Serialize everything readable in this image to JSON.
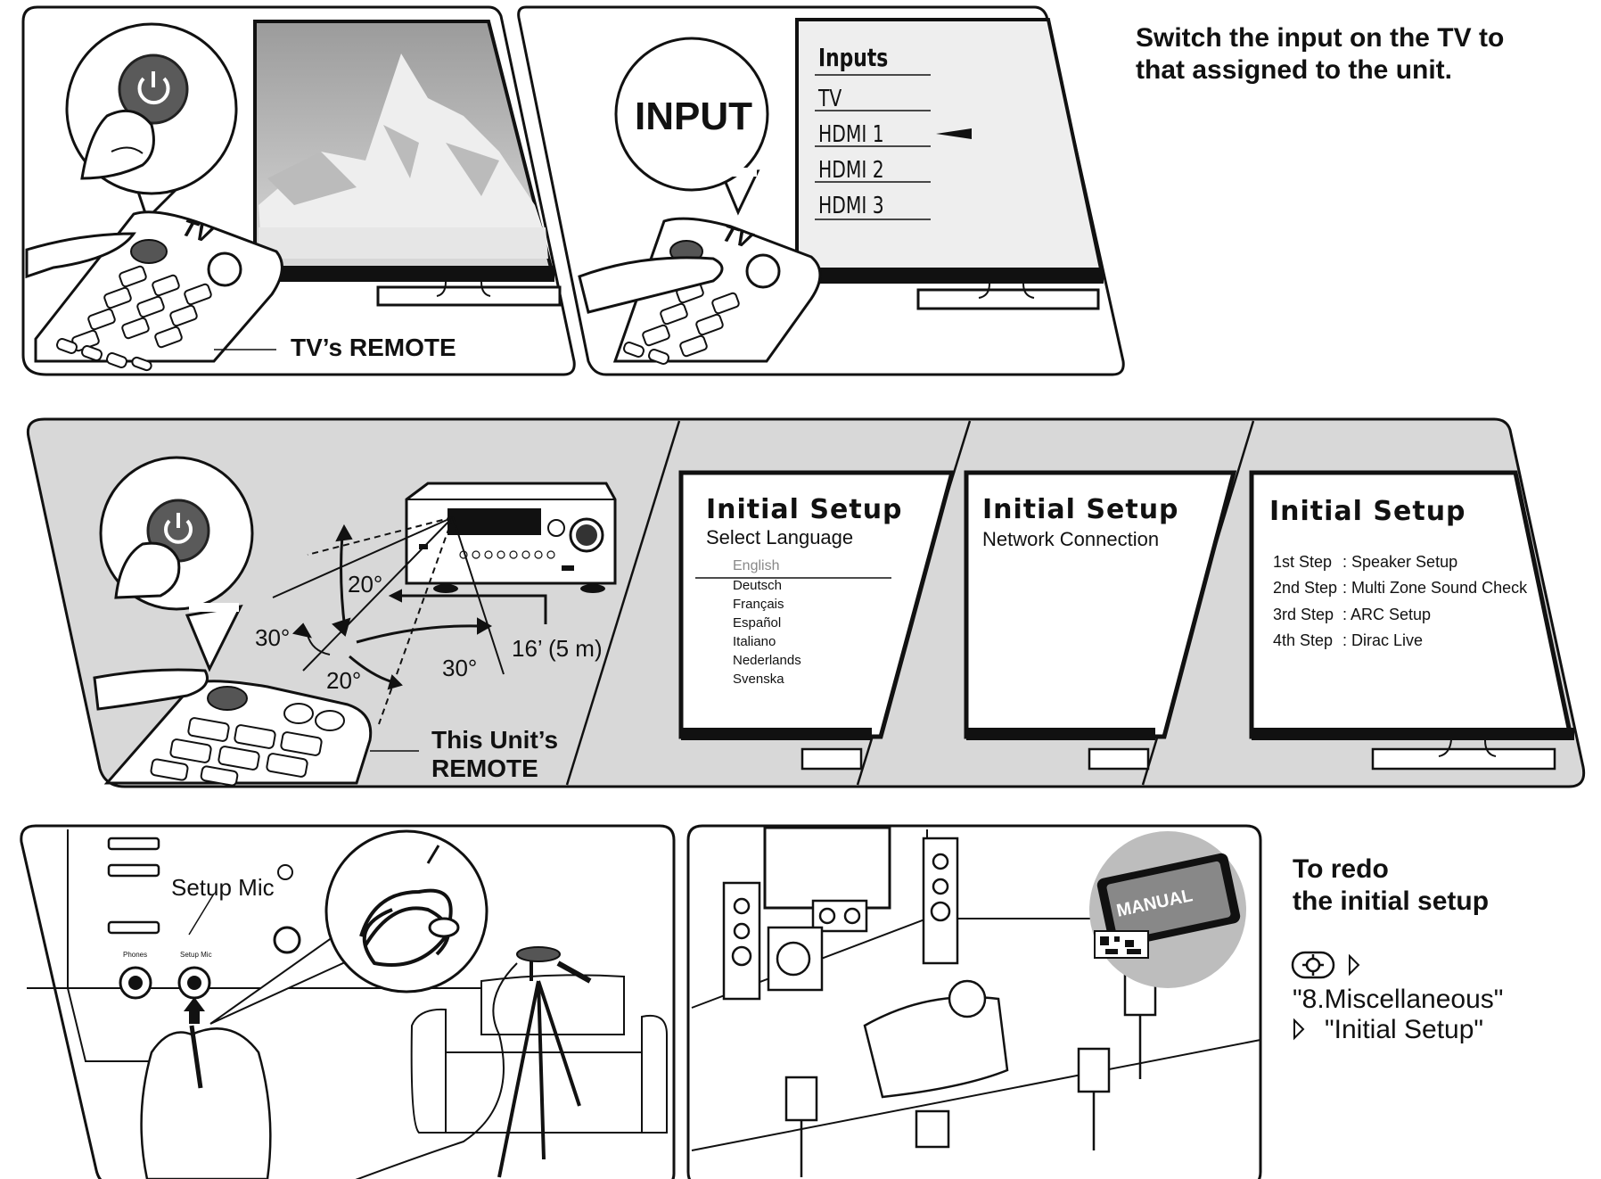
{
  "top": {
    "tv_remote_label": "TV’s REMOTE",
    "remote_brand": "TV",
    "input_bubble": "INPUT",
    "inputs_menu": {
      "title": "Inputs",
      "items": [
        "TV",
        "HDMI 1",
        "HDMI 2",
        "HDMI 3"
      ],
      "selected_index": 1
    },
    "instruction": [
      "Switch the input on the TV to",
      "that assigned to the unit."
    ]
  },
  "middle": {
    "angles": [
      "20°",
      "30°",
      "20°",
      "30°"
    ],
    "distance": "16’ (5 m)",
    "unit_remote_label": [
      "This Unit’s",
      "REMOTE"
    ],
    "screen_language": {
      "title": "Initial Setup",
      "subtitle": "Select Language",
      "languages": [
        "English",
        "Deutsch",
        "Français",
        "Español",
        "Italiano",
        "Nederlands",
        "Svenska"
      ],
      "selected": "English"
    },
    "screen_network": {
      "title": "Initial Setup",
      "subtitle": "Network Connection"
    },
    "screen_steps": {
      "title": "Initial Setup",
      "steps": [
        {
          "step": "1st  Step",
          "name": ": Speaker Setup"
        },
        {
          "step": "2nd Step",
          "name": ": Multi Zone Sound Check"
        },
        {
          "step": "3rd  Step",
          "name": ": ARC Setup"
        },
        {
          "step": "4th  Step",
          "name": ": Dirac Live"
        }
      ]
    }
  },
  "bottom": {
    "setup_mic_label": "Setup Mic",
    "jack_labels": [
      "Phones",
      "Setup Mic"
    ],
    "manual_label": "MANUAL",
    "redo_title": [
      "To redo",
      "the initial setup"
    ],
    "redo_steps": [
      "\"8.Miscellaneous\"",
      "\"Initial Setup\""
    ]
  }
}
